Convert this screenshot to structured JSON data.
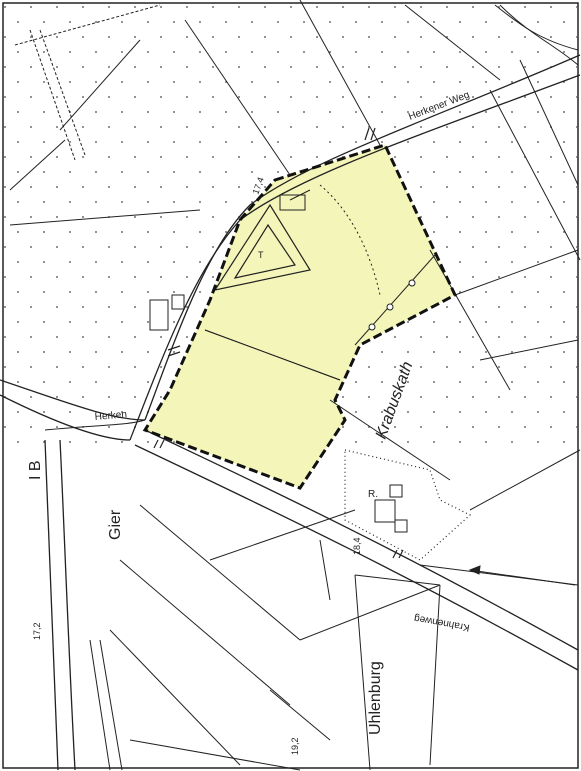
{
  "map": {
    "colors": {
      "area_fill": "#f3f6b8",
      "line": "#222222",
      "paper": "#ffffff"
    },
    "labels": {
      "herkener_weg": "Herkener Weg",
      "herkener_short": "Herken",
      "krabuskath": "Krabuskath",
      "krahnenweg": "Krahnenweg",
      "gier": "Gier",
      "uhlenburg": "Uhlenburg",
      "ib": "I B",
      "h_17_4": "17,4",
      "h_18_4": "18,4",
      "h_17_2": "17,2",
      "h_19_2": "19,2",
      "r": "R.",
      "t": "T"
    }
  }
}
